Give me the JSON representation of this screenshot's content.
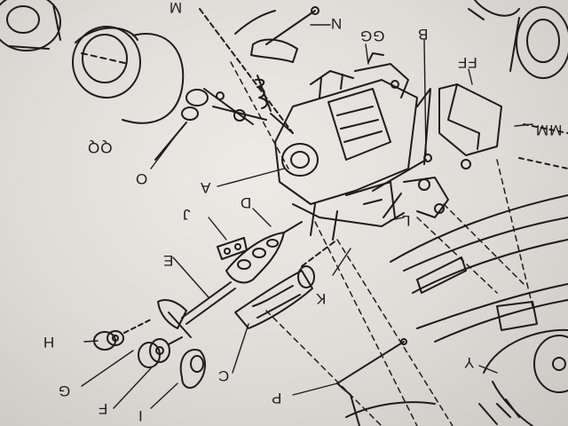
{
  "document": {
    "kind": "assembly-instruction-sheet",
    "orientation": "upside-down",
    "ink_color": "#1c1c1c",
    "paper_color": "#e8e7e2"
  },
  "callouts": {
    "M": "M",
    "N": "N",
    "GG": "GG",
    "B": "B",
    "FF": "FF",
    "MM": "MM",
    "QQ": "QQ",
    "O": "O",
    "A": "A",
    "D": "D",
    "J": "J",
    "L": "L",
    "E": "E",
    "K": "K",
    "H": "H",
    "G": "G",
    "F": "F",
    "I": "I",
    "C": "C",
    "P": "P",
    "Y": "Y"
  }
}
